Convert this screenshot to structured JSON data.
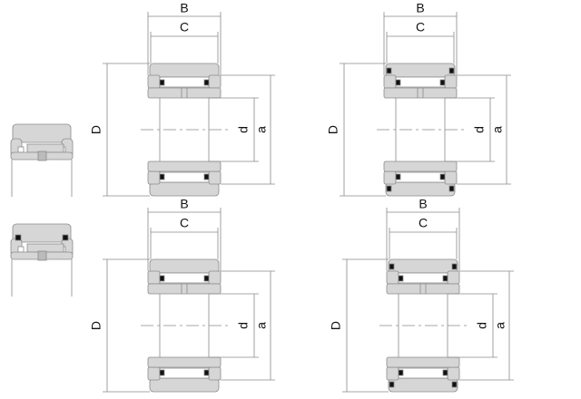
{
  "colors": {
    "ring_fill": "#d6d6d6",
    "ring_stroke": "#8a8a8a",
    "roller": "#111111",
    "dim_line": "#8a8a8a"
  },
  "diagrams": [
    {
      "id": "top-left",
      "variant": "plain",
      "labels": {
        "B": "B",
        "C": "C",
        "D": "D",
        "d": "d",
        "a": "a"
      }
    },
    {
      "id": "top-right",
      "variant": "sealed",
      "labels": {
        "B": "B",
        "C": "C",
        "D": "D",
        "d": "d",
        "a": "a"
      }
    },
    {
      "id": "bottom-left",
      "variant": "plain",
      "labels": {
        "B": "B",
        "C": "C",
        "D": "D",
        "d": "d",
        "a": "a"
      }
    },
    {
      "id": "bottom-right",
      "variant": "sealed",
      "labels": {
        "B": "B",
        "C": "C",
        "D": "D",
        "d": "d",
        "a": "a"
      }
    }
  ],
  "thumbnails": [
    {
      "id": "thumb-plain",
      "variant": "plain"
    },
    {
      "id": "thumb-sealed",
      "variant": "sealed"
    }
  ]
}
